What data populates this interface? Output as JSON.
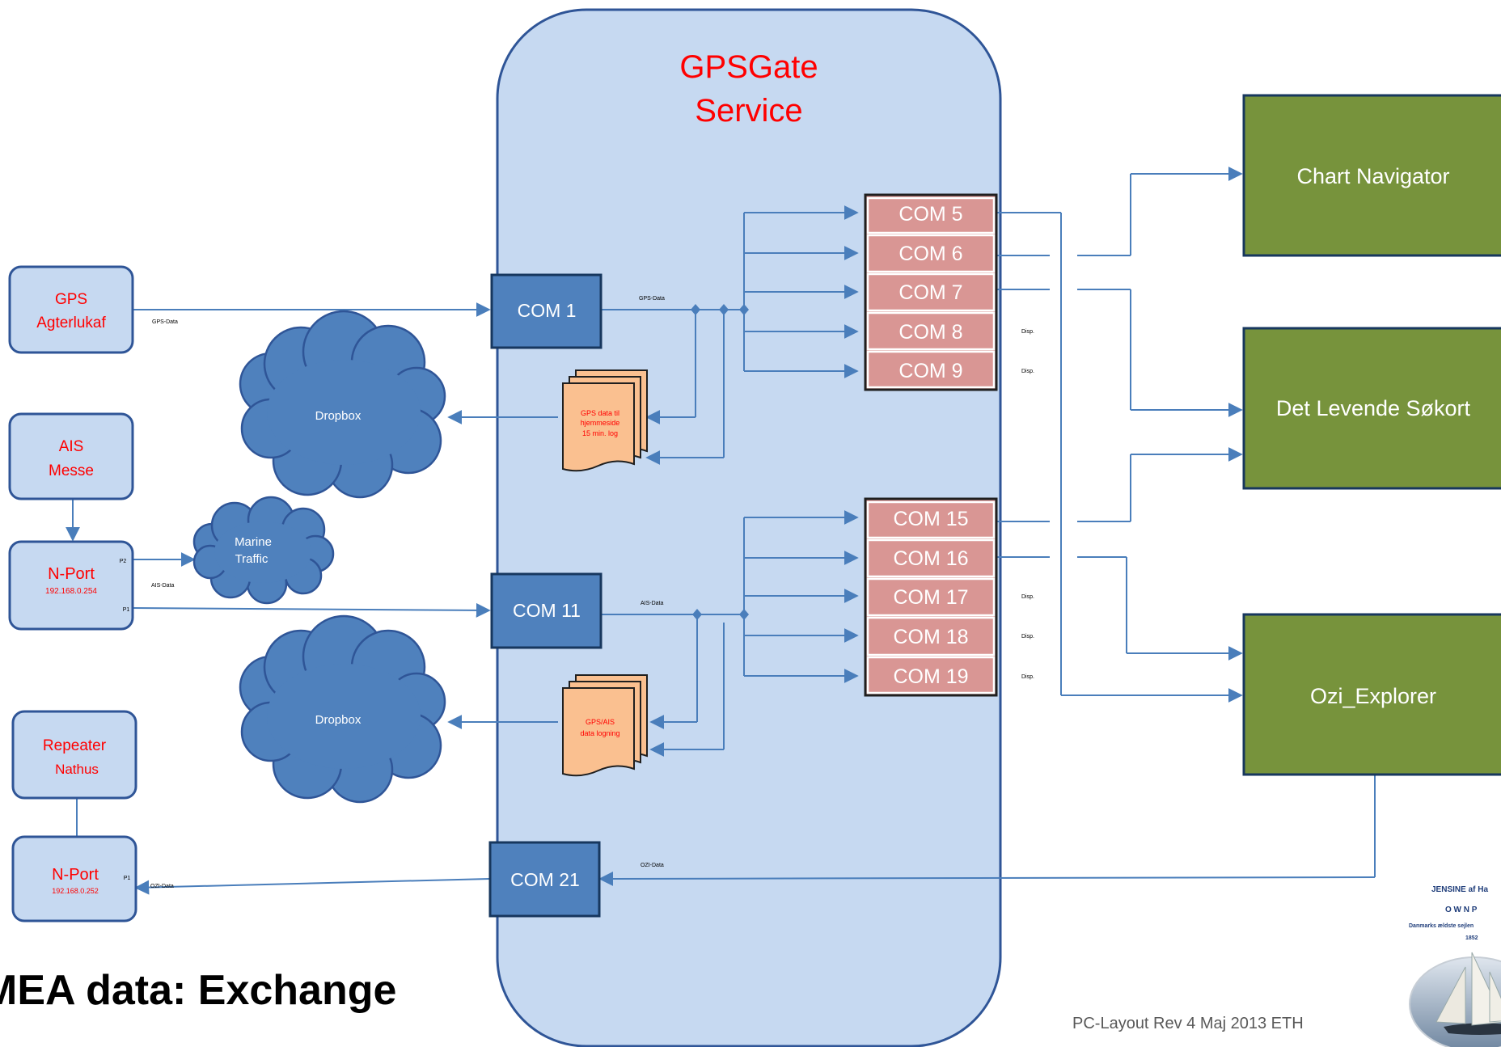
{
  "service": {
    "title_line1": "GPSGate",
    "title_line2": "Service"
  },
  "devices": {
    "gps": {
      "line1": "GPS",
      "line2": "Agterlukaf"
    },
    "ais": {
      "line1": "AIS",
      "line2": "Messe"
    },
    "nport1": {
      "line1": "N-Port",
      "line2": "192.168.0.254",
      "p1": "P1",
      "p2": "P2"
    },
    "repeater": {
      "line1": "Repeater",
      "line2": "Nathus"
    },
    "nport2": {
      "line1": "N-Port",
      "line2": "192.168.0.252",
      "p1": "P1"
    }
  },
  "clouds": {
    "dropbox1": "Dropbox",
    "dropbox2": "Dropbox",
    "marine_line1": "Marine",
    "marine_line2": "Traffic"
  },
  "ports": {
    "com1": "COM 1",
    "com11": "COM 11",
    "com21": "COM 21"
  },
  "port_group_1": [
    "COM 5",
    "COM 6",
    "COM 7",
    "COM 8",
    "COM 9"
  ],
  "port_group_2": [
    "COM 15",
    "COM 16",
    "COM 17",
    "COM 18",
    "COM 19"
  ],
  "docs": {
    "doc1": [
      "GPS data til",
      "hjemmeside",
      "15 min. log"
    ],
    "doc2": [
      "GPS/AIS",
      "data logning"
    ]
  },
  "apps": {
    "chart": "Chart Navigator",
    "levende": "Det Levende Søkort",
    "ozi": "Ozi_Explorer"
  },
  "labels": {
    "gps_data": "GPS-Data",
    "ais_data": "AIS-Data",
    "ozi_data": "OZI-Data",
    "disp": "Disp."
  },
  "footer": {
    "title": "MEA data: Exchange",
    "rev": "PC-Layout Rev 4 Maj 2013  ETH"
  },
  "logo": {
    "line1": "JENSINE af Ha",
    "line2": "O W N P",
    "line3": "Danmarks ældste sejlen",
    "line4": "1852"
  },
  "colors": {
    "service_fill": "#c6d9f1",
    "box_fill": "#4f81bd",
    "port_fill": "#d99694",
    "app_fill": "#77933c",
    "red_text": "#ff0000",
    "line": "#4a7ebb"
  }
}
